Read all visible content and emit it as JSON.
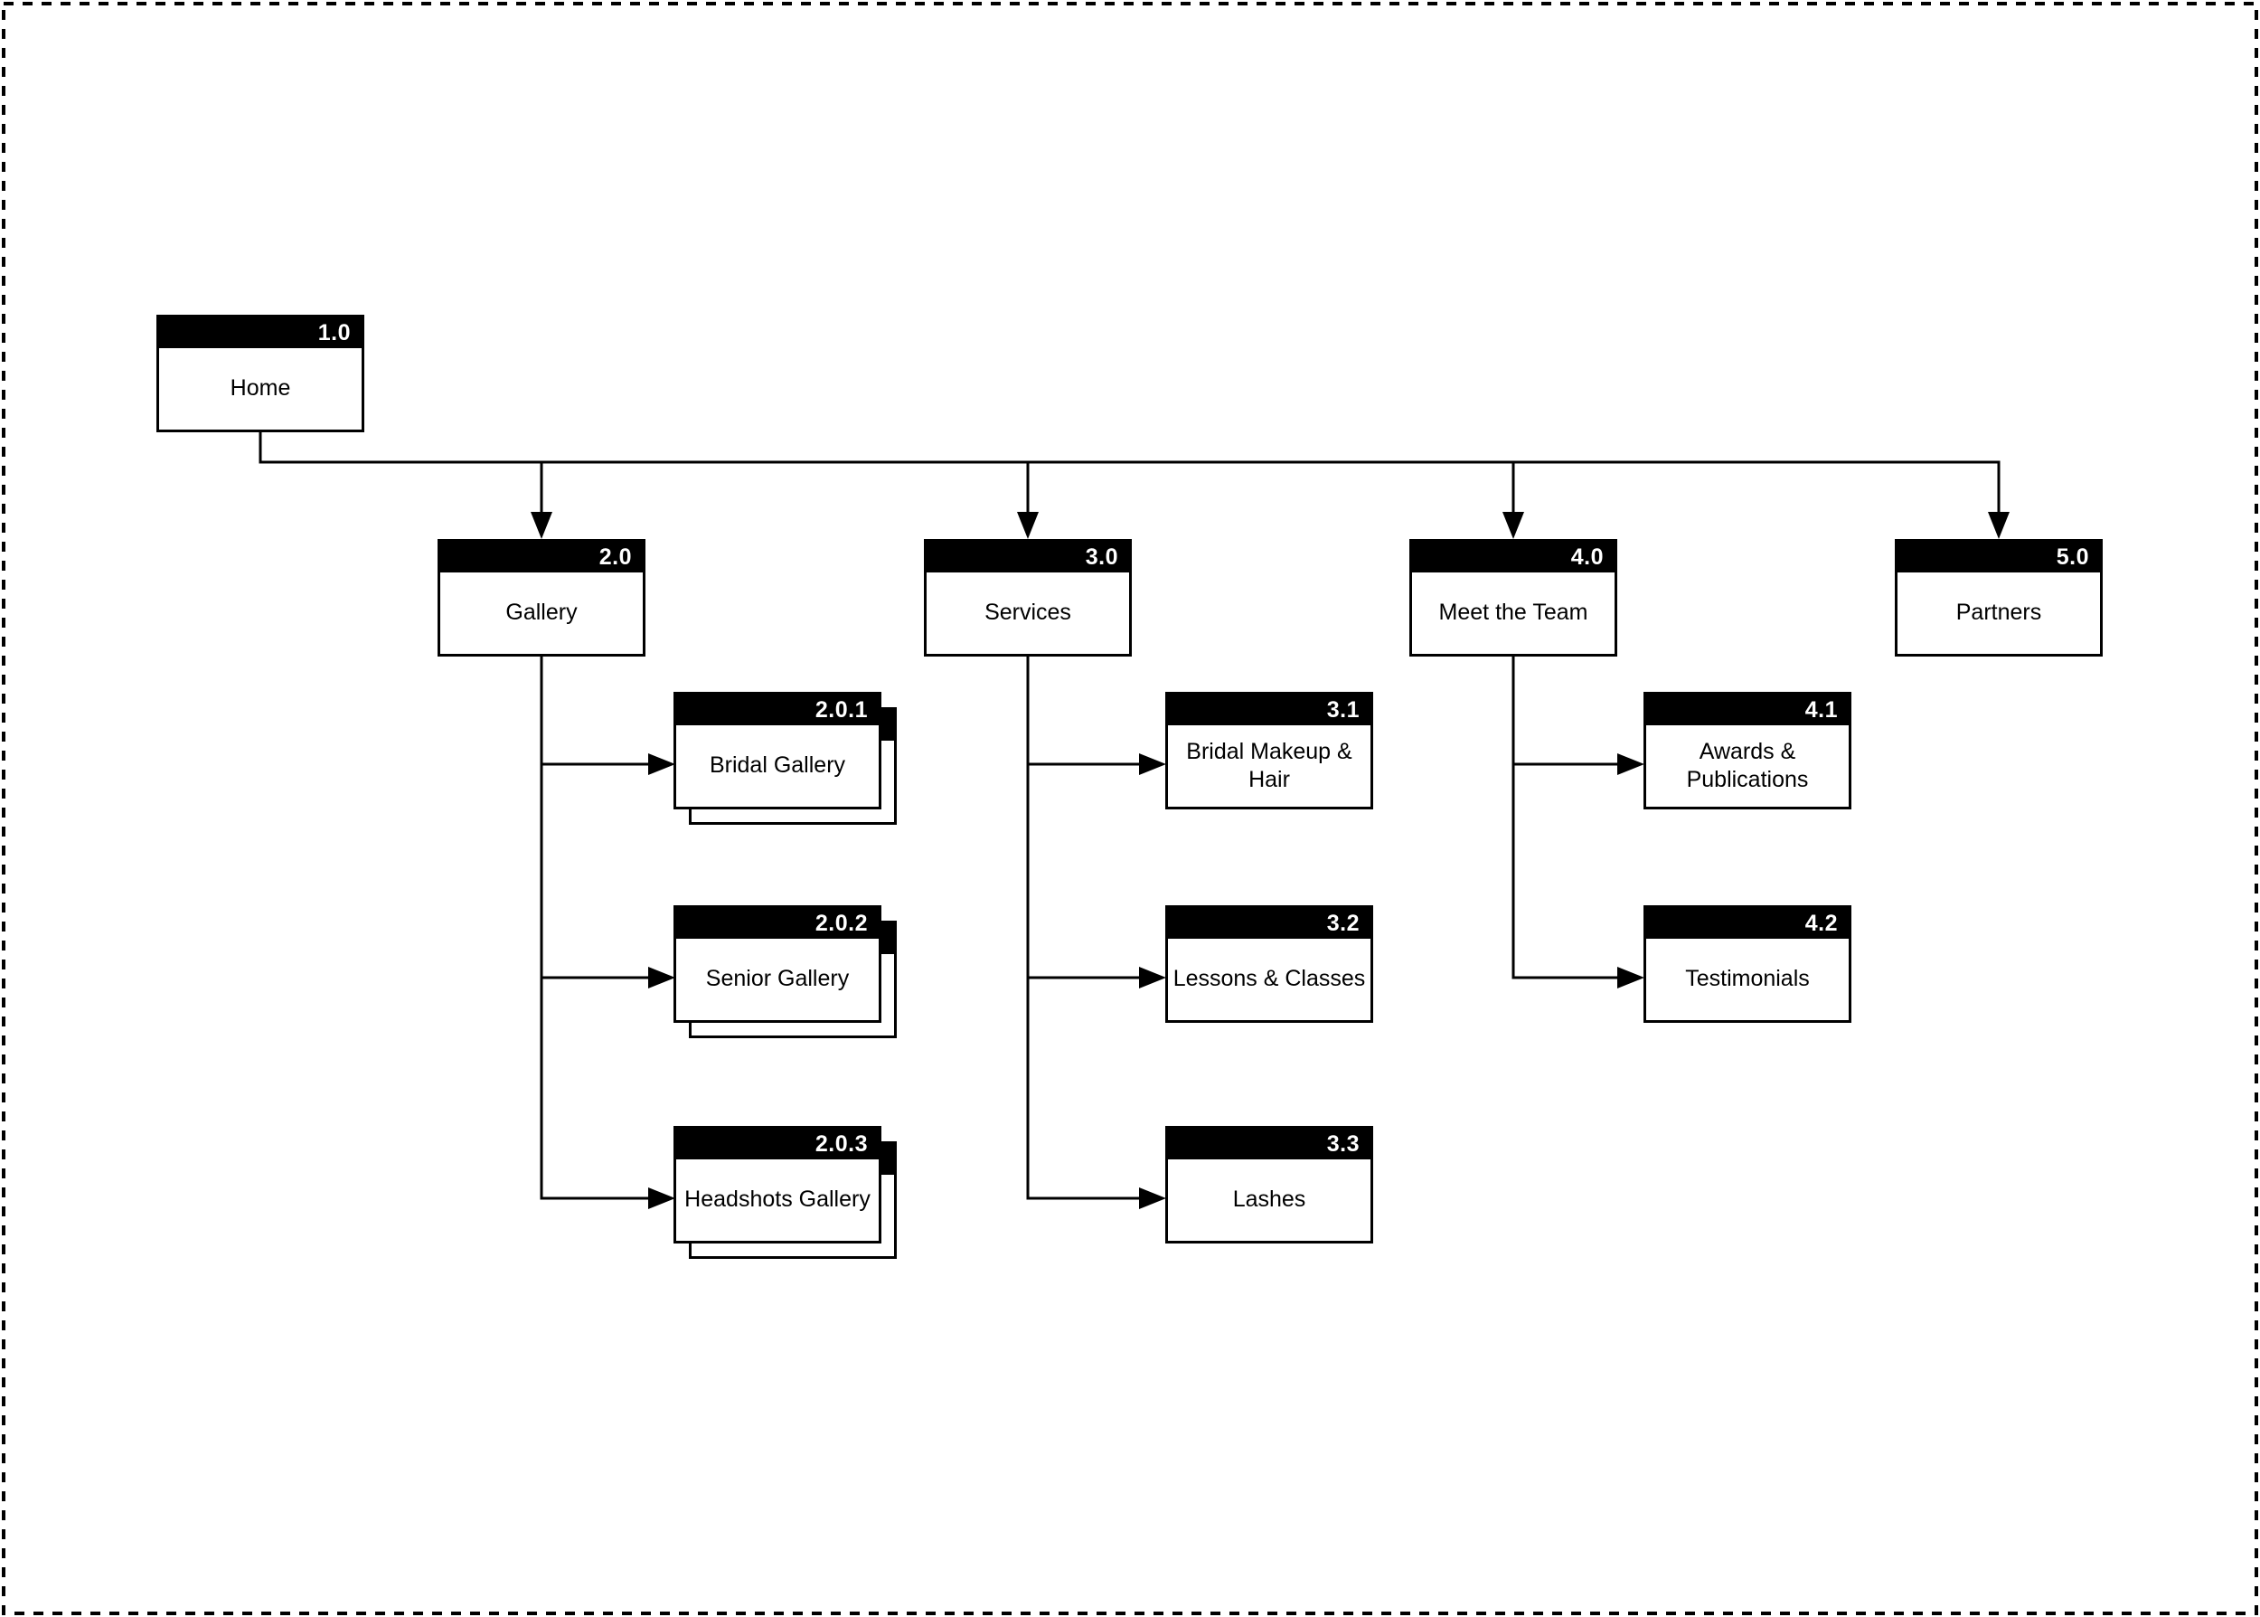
{
  "diagram": {
    "type": "sitemap",
    "colors": {
      "node_header": "#000000",
      "node_body": "#ffffff",
      "connector": "#000000",
      "page_background": "#ffffff",
      "page_border": "#000000"
    },
    "nodes": {
      "home": {
        "number": "1.0",
        "label": "Home"
      },
      "gallery": {
        "number": "2.0",
        "label": "Gallery"
      },
      "services": {
        "number": "3.0",
        "label": "Services"
      },
      "meet_the_team": {
        "number": "4.0",
        "label": "Meet the Team"
      },
      "partners": {
        "number": "5.0",
        "label": "Partners"
      },
      "bridal_gallery": {
        "number": "2.0.1",
        "label": "Bridal Gallery"
      },
      "senior_gallery": {
        "number": "2.0.2",
        "label": "Senior Gallery"
      },
      "headshots_gallery": {
        "number": "2.0.3",
        "label": "Headshots Gallery"
      },
      "bridal_makeup_hair": {
        "number": "3.1",
        "label": "Bridal Makeup & Hair"
      },
      "lessons_classes": {
        "number": "3.2",
        "label": "Lessons & Classes"
      },
      "lashes": {
        "number": "3.3",
        "label": "Lashes"
      },
      "awards_publications": {
        "number": "4.1",
        "label": "Awards & Publications"
      },
      "testimonials": {
        "number": "4.2",
        "label": "Testimonials"
      }
    }
  }
}
